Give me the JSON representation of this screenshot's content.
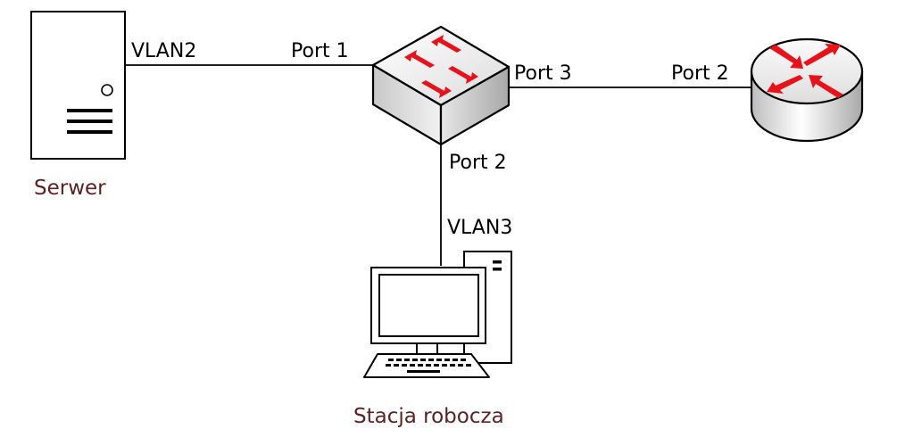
{
  "colors": {
    "caption": "#5a2222",
    "line": "#000000",
    "arrow": "#e8121b"
  },
  "nodes": {
    "server": {
      "caption": "Serwer",
      "icon": "server-tower-icon"
    },
    "switch": {
      "icon": "switch-icon"
    },
    "router": {
      "icon": "router-icon"
    },
    "workstation": {
      "caption": "Stacja robocza",
      "icon": "workstation-icon"
    }
  },
  "links": [
    {
      "from": "server",
      "to": "switch",
      "from_label": "VLAN2",
      "to_label": "Port 1"
    },
    {
      "from": "switch",
      "to": "router",
      "from_label": "Port 3",
      "to_label": "Port 2"
    },
    {
      "from": "switch",
      "to": "workstation",
      "from_label": "Port 2",
      "to_label": "VLAN3"
    }
  ]
}
